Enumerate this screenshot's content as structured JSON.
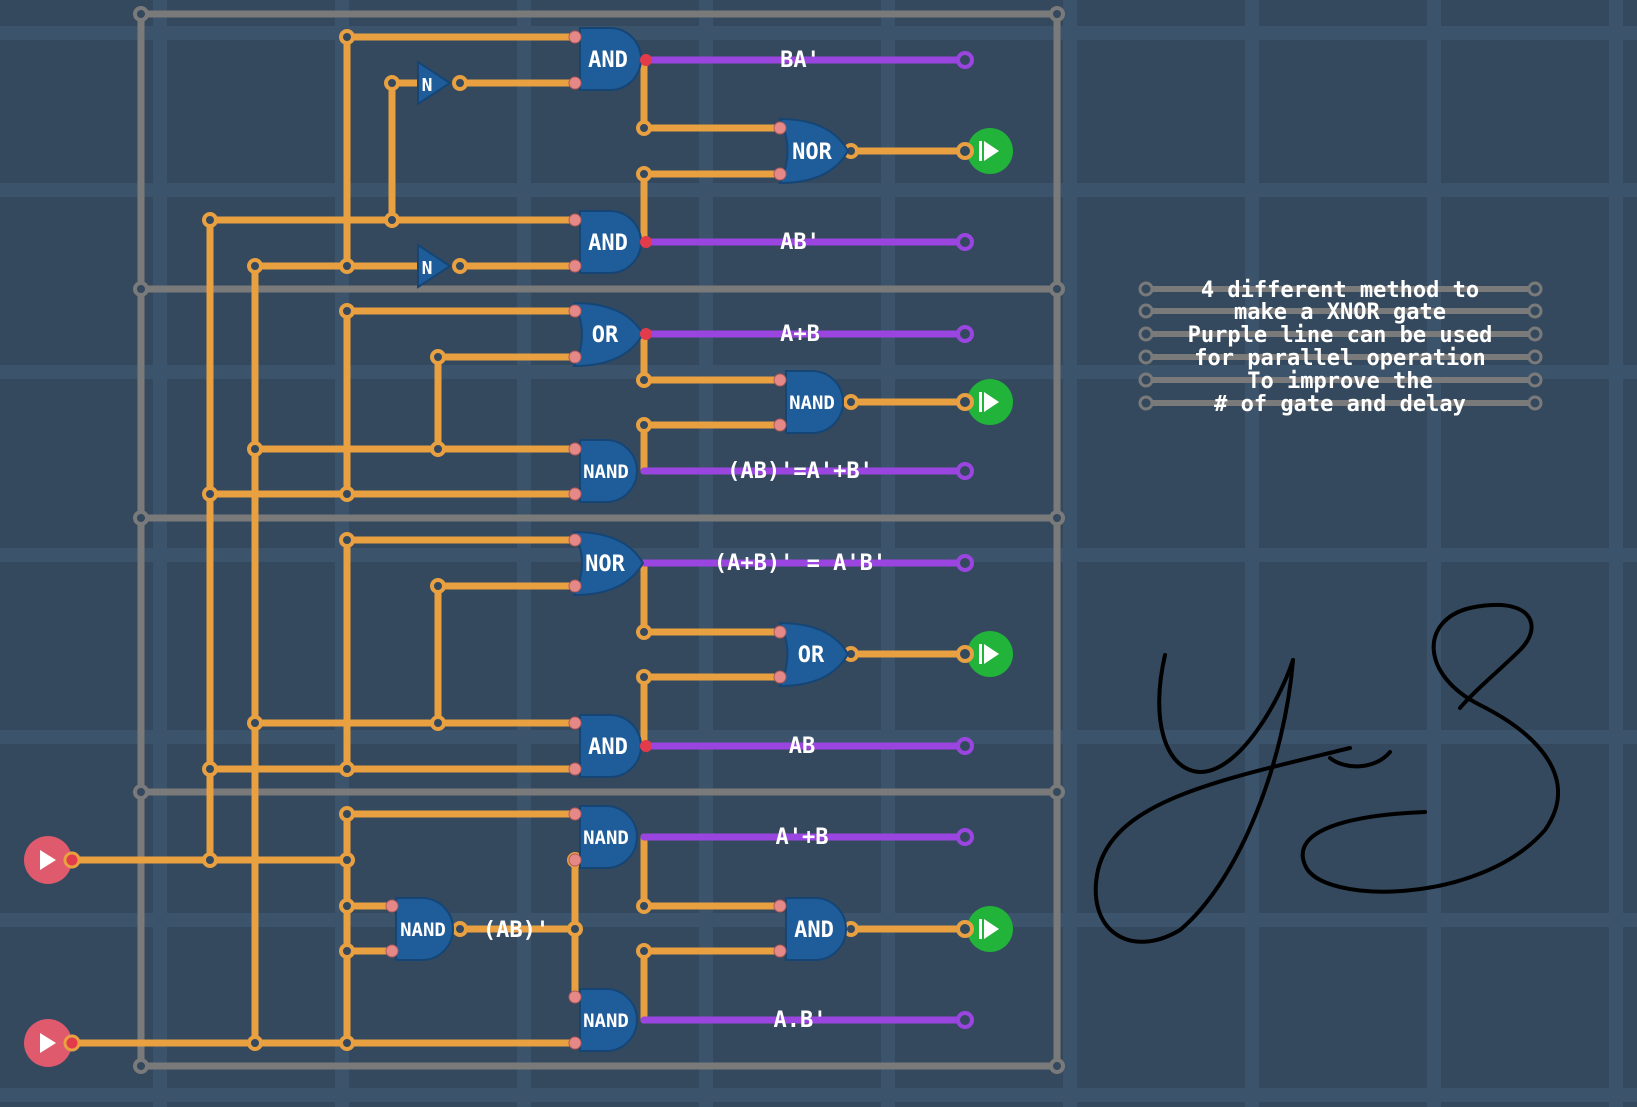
{
  "gates": [
    {
      "id": "g1",
      "label": "AND"
    },
    {
      "id": "g2",
      "label": "N"
    },
    {
      "id": "g3",
      "label": "NOR"
    },
    {
      "id": "g4",
      "label": "AND"
    },
    {
      "id": "g5",
      "label": "N"
    },
    {
      "id": "g6",
      "label": "OR"
    },
    {
      "id": "g7",
      "label": "NAND"
    },
    {
      "id": "g8",
      "label": "NAND"
    },
    {
      "id": "g9",
      "label": "NOR"
    },
    {
      "id": "g10",
      "label": "OR"
    },
    {
      "id": "g11",
      "label": "AND"
    },
    {
      "id": "g12",
      "label": "NAND"
    },
    {
      "id": "g13",
      "label": "NAND"
    },
    {
      "id": "g14",
      "label": "AND"
    },
    {
      "id": "g15",
      "label": "NAND"
    }
  ],
  "wire_labels": {
    "ba_prime": "BA'",
    "ab_prime": "AB'",
    "a_or_b": "A+B",
    "ab_nand": "(AB)'=A'+B'",
    "a_or_b_nor": "(A+B)' = A'B'",
    "ab": "AB",
    "a_prime_or_b": "A'+B",
    "ab_nand_mid": "(AB)'",
    "a_b_prime": "A.B'"
  },
  "note": {
    "lines": [
      "4 different method to",
      "make a XNOR gate",
      "Purple line can be used",
      "for parallel operation",
      "To improve the",
      "# of gate and delay"
    ]
  },
  "colors": {
    "background": "#34495e",
    "grid": "#3e5670",
    "frame": "#7a7a7a",
    "wire": "#e8a040",
    "purple_wire": "#9b45e0",
    "gate_fill": "#1f5c9a",
    "input_button": "#e05a6e",
    "output_lamp": "#22b33a"
  }
}
